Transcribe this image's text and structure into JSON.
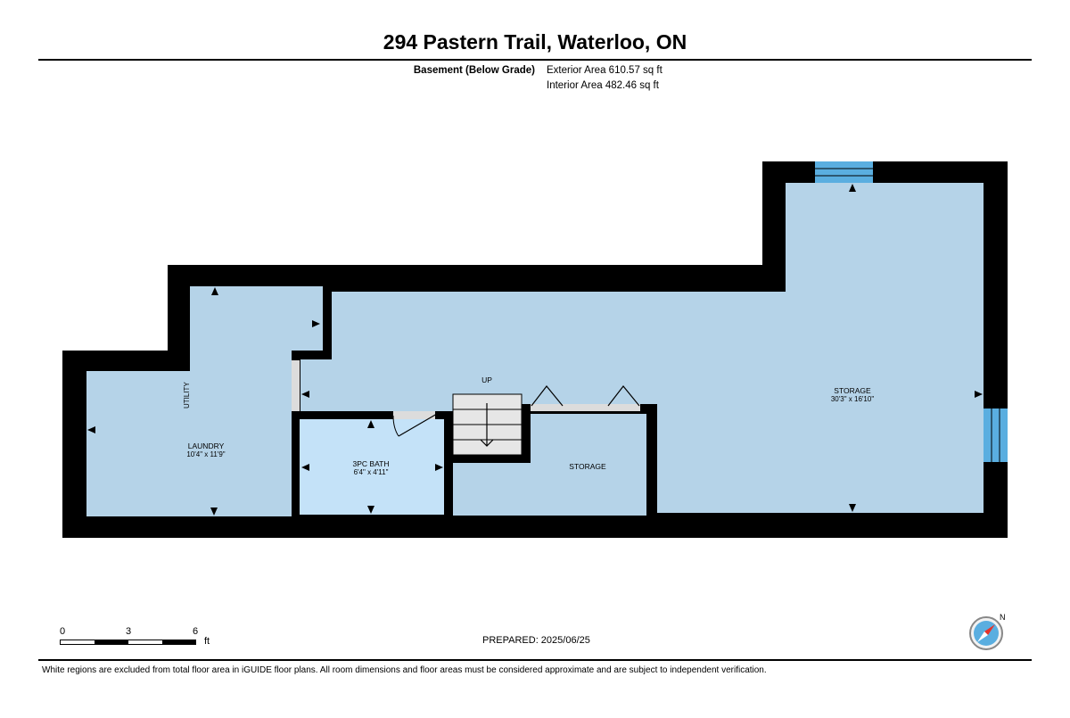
{
  "header": {
    "title": "294 Pastern Trail, Waterloo, ON",
    "floor_name": "Basement (Below Grade)",
    "exterior_area": "Exterior Area 610.57 sq ft",
    "interior_area": "Interior Area 482.46 sq ft"
  },
  "rooms": {
    "utility": {
      "name": "UTILITY"
    },
    "laundry": {
      "name": "LAUNDRY",
      "dims": "10'4\" x 11'9\""
    },
    "bath": {
      "name": "3PC BATH",
      "dims": "6'4\" x 4'11\""
    },
    "storage_small": {
      "name": "STORAGE"
    },
    "storage_main": {
      "name": "STORAGE",
      "dims": "30'3\" x 16'10\""
    },
    "stairs": {
      "label": "UP"
    }
  },
  "scale": {
    "ticks": [
      "0",
      "3",
      "6"
    ],
    "unit": "ft"
  },
  "compass": {
    "label": "N"
  },
  "footer": {
    "prepared": "PREPARED: 2025/06/25",
    "disclaimer": "White regions are excluded from total floor area in iGUIDE floor plans. All room dimensions and floor areas must be considered approximate and are subject to independent verification."
  },
  "colors": {
    "room_fill": "#b5d3e8",
    "bath_fill": "#c4e2f8",
    "wall": "#000000",
    "window": "#5aaee0",
    "stairs": "#e6e6e6"
  }
}
